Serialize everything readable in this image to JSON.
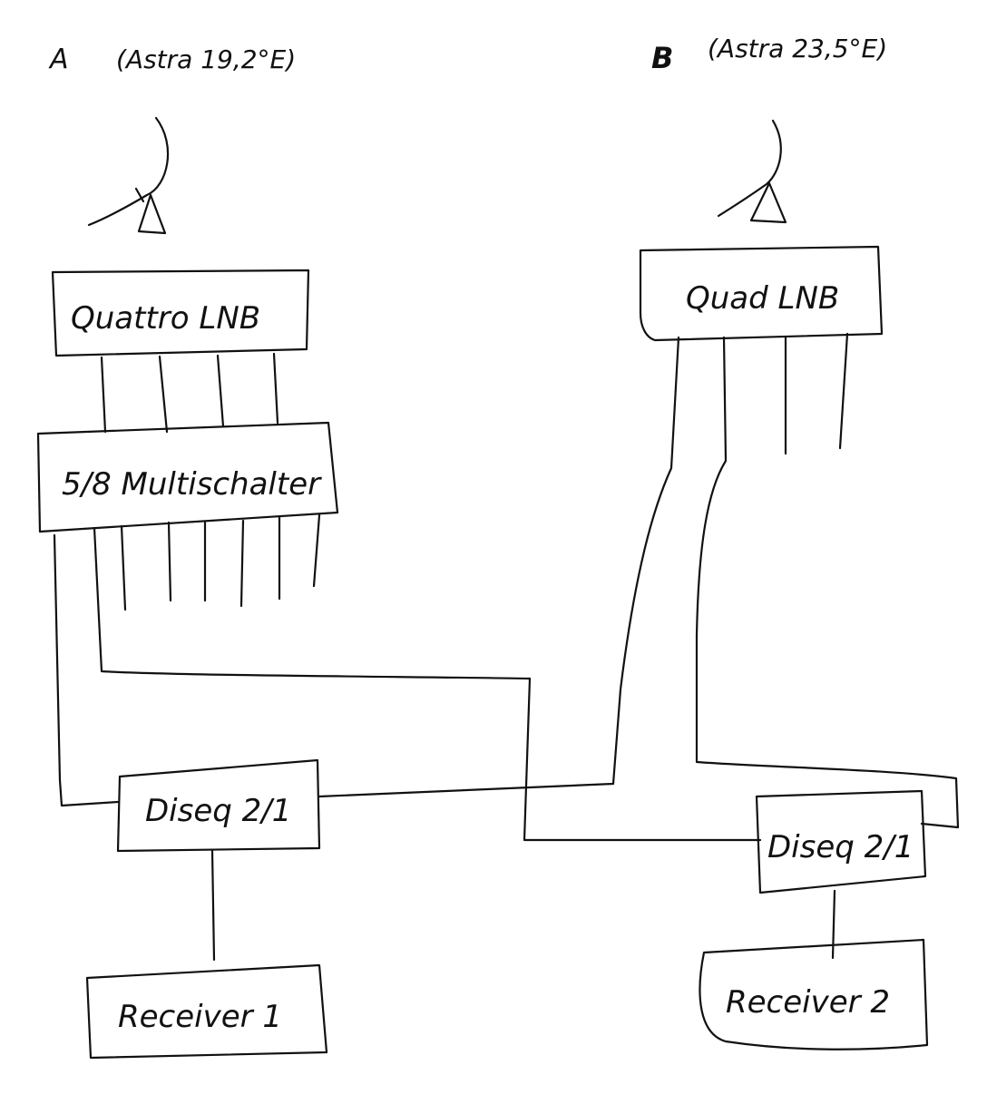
{
  "satellites": {
    "a": {
      "letter": "A",
      "position": "(Astra 19,2°E)"
    },
    "b": {
      "letter": "B",
      "position": "(Astra 23,5°E)"
    }
  },
  "blocks": {
    "quattro_lnb": "Quattro LNB",
    "quad_lnb": "Quad LNB",
    "multiswitch": "5/8 Multischalter",
    "diseqc_1": "Diseq 2/1",
    "diseqc_2": "Diseq 2/1",
    "receiver_1": "Receiver 1",
    "receiver_2": "Receiver 2"
  },
  "colors": {
    "ink": "#111111",
    "paper": "#ffffff"
  }
}
